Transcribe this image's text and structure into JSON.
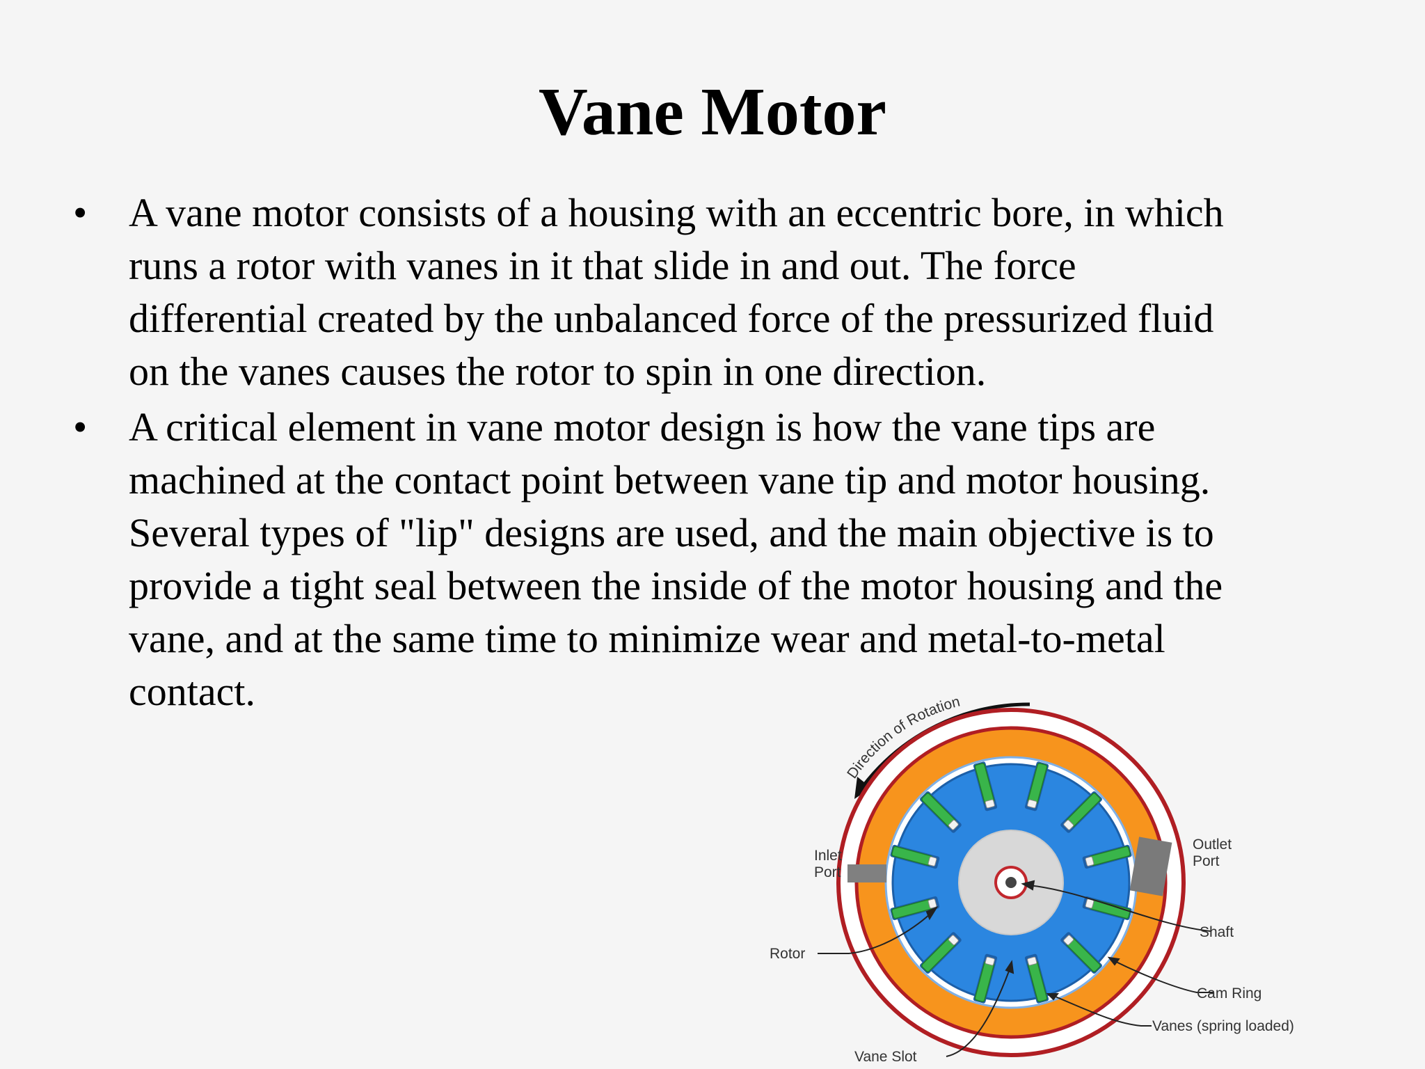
{
  "slide": {
    "title": "Vane Motor",
    "bullets": [
      {
        "marker": "•",
        "text": "A vane motor consists of a housing with an eccentric bore, in which\nruns a rotor with vanes in it that slide in and out. The force\ndifferential created by the unbalanced force of the pressurized fluid\non the vanes causes the rotor to spin in one direction."
      },
      {
        "marker": "•",
        "text": " A critical element in vane motor design is how the vane tips are\nmachined at the contact point between vane tip and motor housing.\nSeveral types of \"lip\" designs are used, and the main objective is to\nprovide a tight seal between the inside of the motor housing and the\nvane, and at the same time to minimize wear and metal-to-metal\ncontact."
      }
    ]
  },
  "diagram": {
    "labels": {
      "direction": "Direction of Rotation",
      "inlet_line1": "Inlet",
      "inlet_line2": "Port",
      "outlet_line1": "Outlet",
      "outlet_line2": "Port",
      "shaft": "Shaft",
      "rotor": "Rotor",
      "cam_ring": "Cam Ring",
      "vanes": "Vanes (spring loaded)",
      "vane_slot": "Vane Slot"
    },
    "colors": {
      "housing_outline": "#b01e23",
      "cam_ring": "#f7941d",
      "rotor": "#2b86e0",
      "rotor_edge": "#1c5fa8",
      "hub": "#d8d8d8",
      "vane": "#39b54a",
      "port": "#808080"
    },
    "vane_count": 12
  }
}
